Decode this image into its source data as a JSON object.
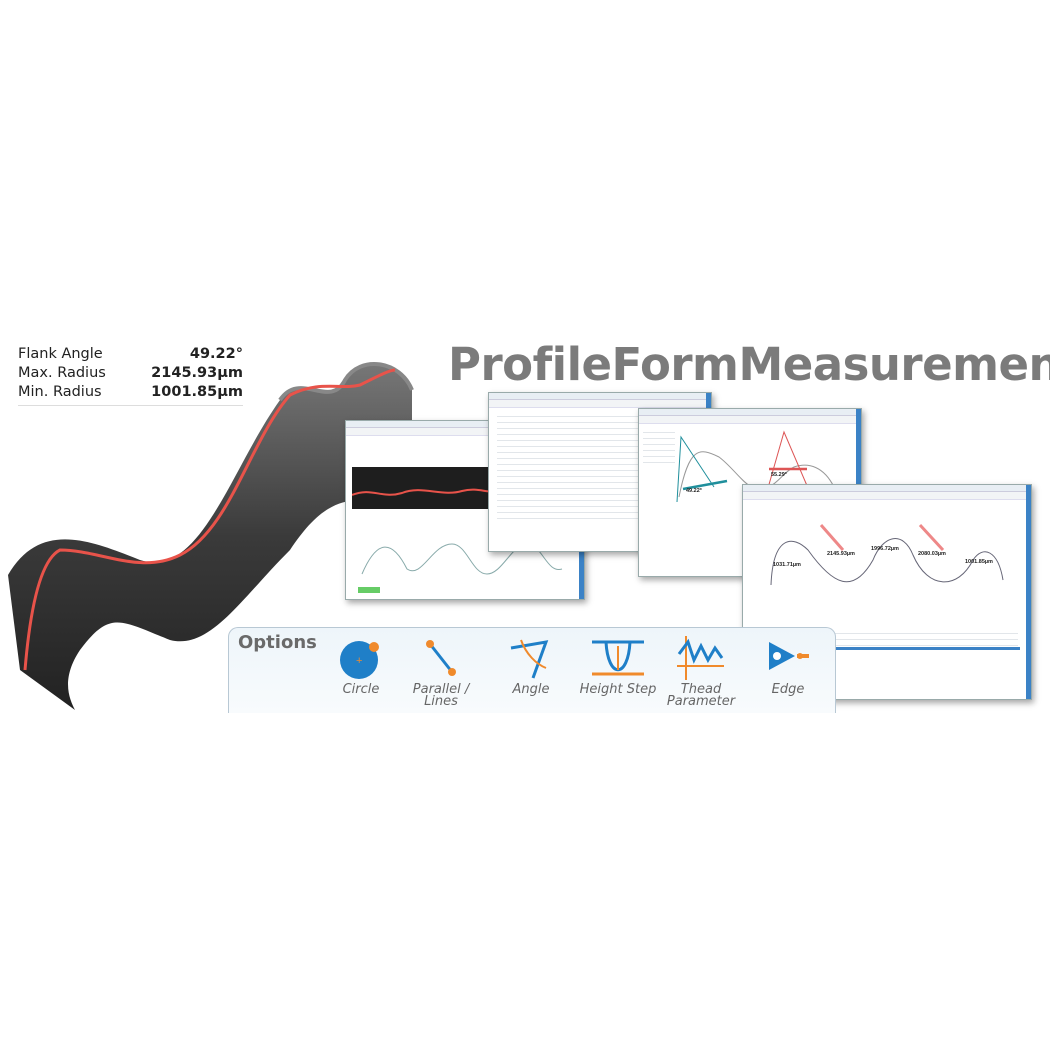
{
  "title": "ProfileFormMeasurement",
  "stats": [
    {
      "label": "Flank Angle",
      "value": "49.22°"
    },
    {
      "label": "Max. Radius",
      "value": "2145.93µm"
    },
    {
      "label": "Min. Radius",
      "value": "1001.85µm"
    }
  ],
  "angle_window": {
    "angles": [
      "49.22°",
      "55.29°"
    ]
  },
  "radius_window": {
    "radii": [
      "1031.71µm",
      "2145.93µm",
      "1996.72µm",
      "2080.03µm",
      "1001.85µm"
    ]
  },
  "options": {
    "heading": "Options",
    "items": [
      {
        "label": "Circle",
        "icon": "circle-icon"
      },
      {
        "label": "Parallel / Lines",
        "icon": "parallel-lines-icon"
      },
      {
        "label": "Angle",
        "icon": "angle-icon"
      },
      {
        "label": "Height Step",
        "icon": "height-step-icon"
      },
      {
        "label": "Thead Parameter",
        "icon": "thread-parameter-icon"
      },
      {
        "label": "Edge",
        "icon": "edge-icon"
      }
    ]
  },
  "colors": {
    "accent_blue": "#1f7fc8",
    "accent_orange": "#f08a2c",
    "profile_red": "#e8534a",
    "title_gray": "#7b7b7b"
  }
}
